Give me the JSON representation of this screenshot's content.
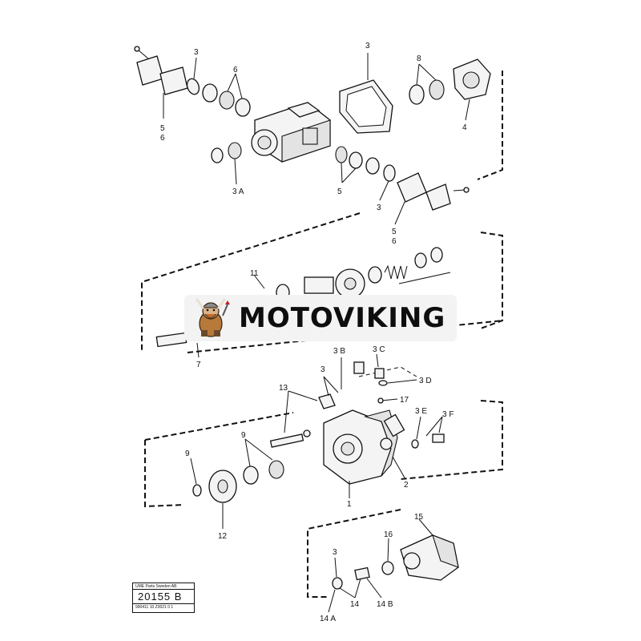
{
  "labels": {
    "l3_top_left": "3",
    "l6_pair": "6",
    "l56_left_5": "5",
    "l56_left_6": "6",
    "l3_gasket": "3",
    "l8": "8",
    "l4": "4",
    "l3A": "3 A",
    "l5_mid": "5",
    "l3_mid": "3",
    "l56_mid_5": "5",
    "l56_mid_6": "6",
    "l11": "11",
    "l7": "7",
    "l3B": "3 B",
    "l3C": "3 C",
    "l3_valve": "3",
    "l3D": "3 D",
    "l13": "13",
    "l17": "17",
    "l3E": "3 E",
    "l3F": "3 F",
    "l9_small": "9",
    "l9_pair": "9",
    "l2": "2",
    "l1": "1",
    "l12": "12",
    "l16": "16",
    "l15": "15",
    "l3_bottom": "3",
    "l14": "14",
    "l14A": "14 A",
    "l14B": "14 B"
  },
  "watermark": {
    "text": "MOTOVIKING"
  },
  "title_block": {
    "company": "UME Parts Sweden AB",
    "number": "20155 B",
    "sub": "990411 10 Z0021 0 1"
  }
}
